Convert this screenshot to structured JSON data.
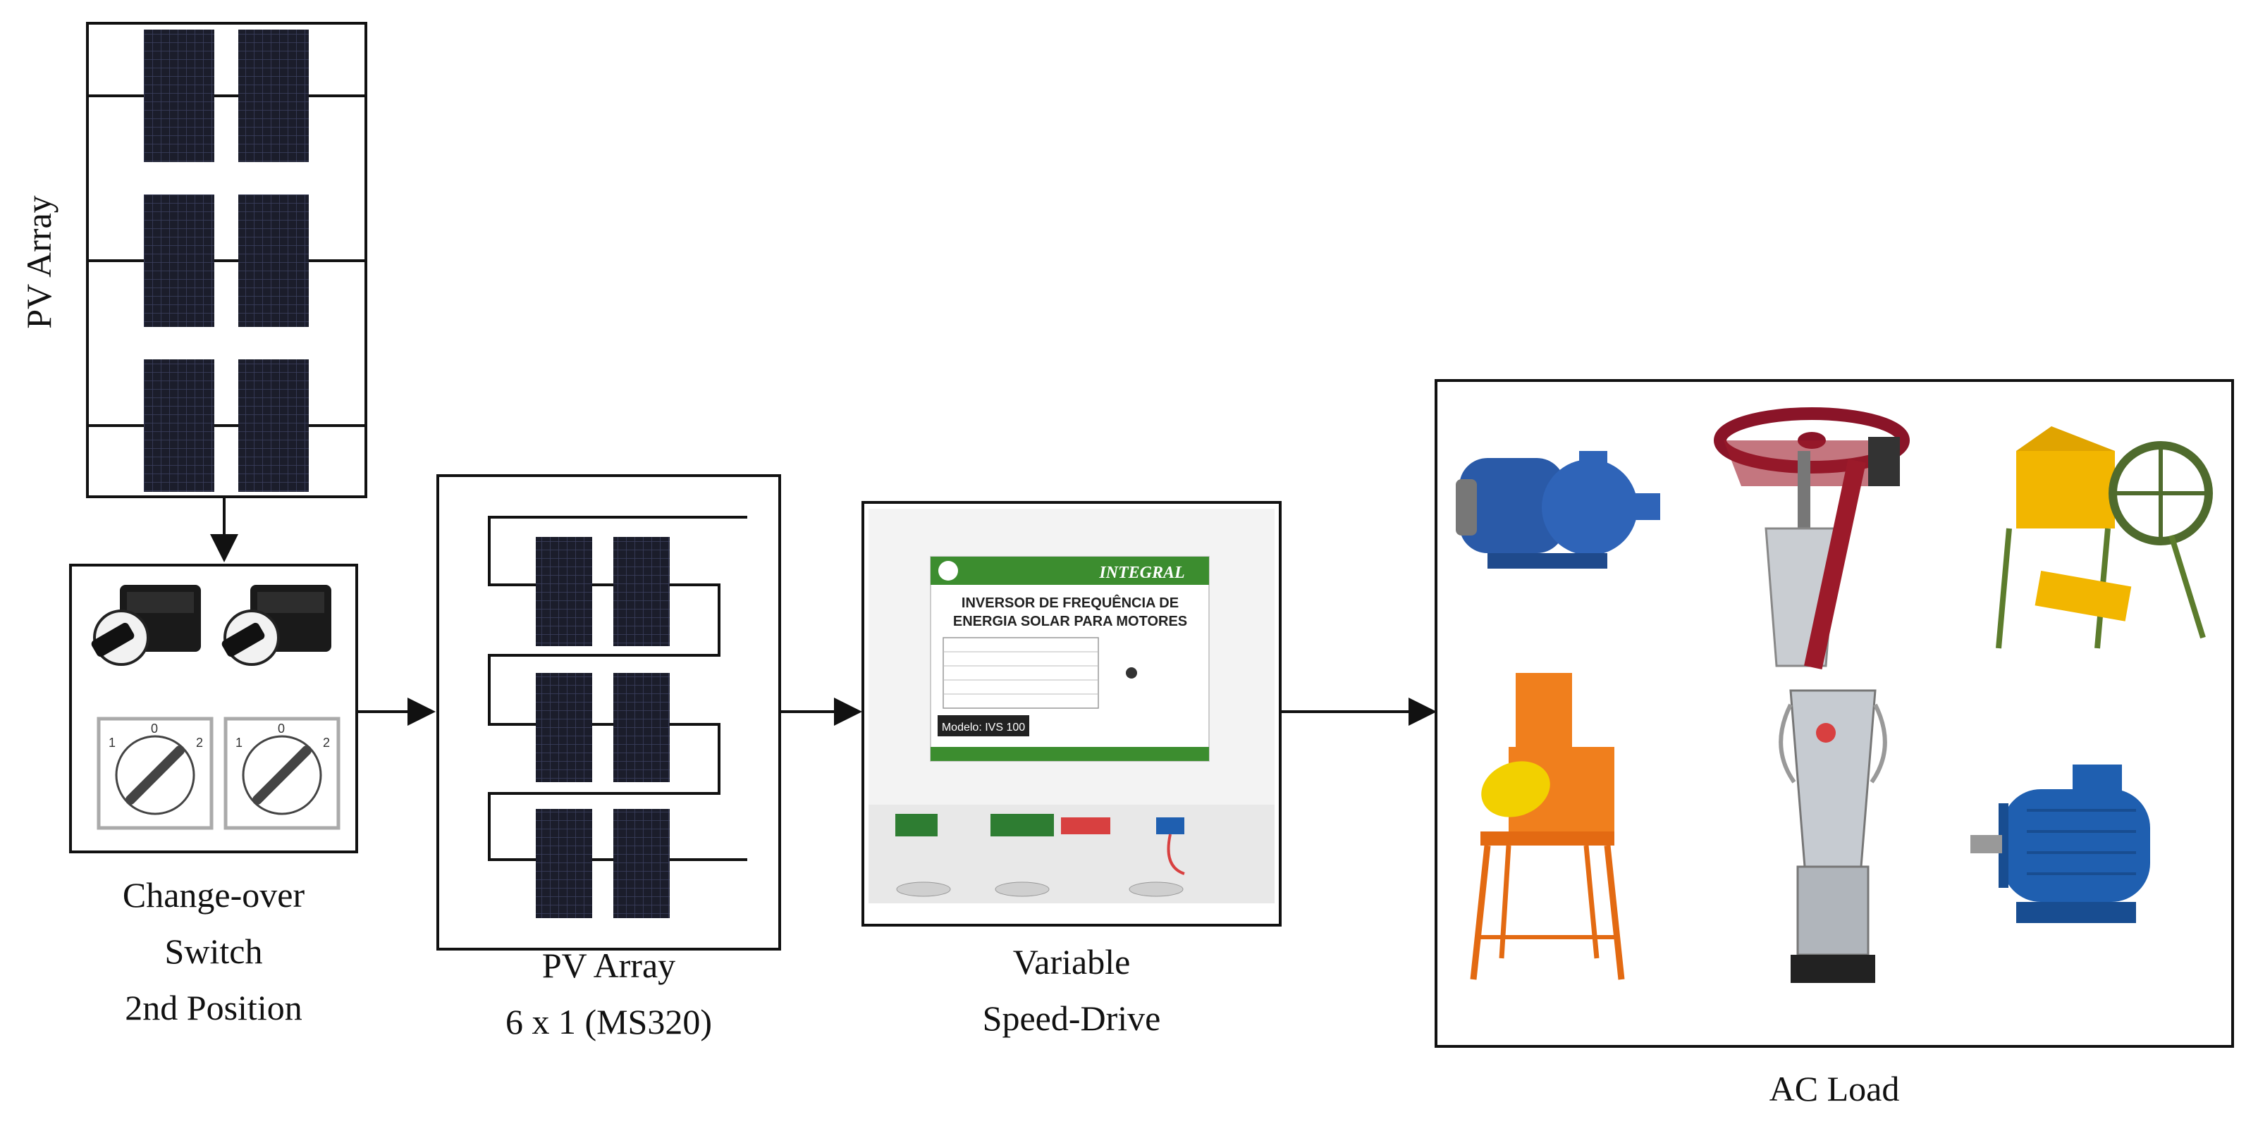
{
  "labels": {
    "pv_array_top": "PV Array",
    "switch_line1": "Change-over",
    "switch_line2": "Switch",
    "switch_line3": "2nd Position",
    "pv_array_mid_line1": "PV Array",
    "pv_array_mid_line2": "6 x 1 (MS320)",
    "vsd_line1": "Variable",
    "vsd_line2": "Speed-Drive",
    "ac_load": "AC Load"
  },
  "vsd_device": {
    "brand": "INTEGRAL",
    "title_line1": "INVERSOR DE FREQUÊNCIA DE",
    "title_line2": "ENERGIA SOLAR PARA MOTORES",
    "model": "Modelo: IVS 100"
  },
  "switch_positions": [
    "1",
    "0",
    "2"
  ],
  "load_items": [
    "water-pump",
    "sugarcane-juicer",
    "forage-chopper",
    "grain-mill",
    "industrial-blender",
    "electric-motor"
  ],
  "colors": {
    "line": "#111111",
    "panel": "#1b1d2b",
    "panel_grid": "#3a3d55",
    "vsd_green": "#4caf50",
    "motor_blue": "#1f5fb0",
    "juicer_red": "#9c1a2a",
    "orange": "#f07f1d",
    "yellow": "#f2b600"
  }
}
